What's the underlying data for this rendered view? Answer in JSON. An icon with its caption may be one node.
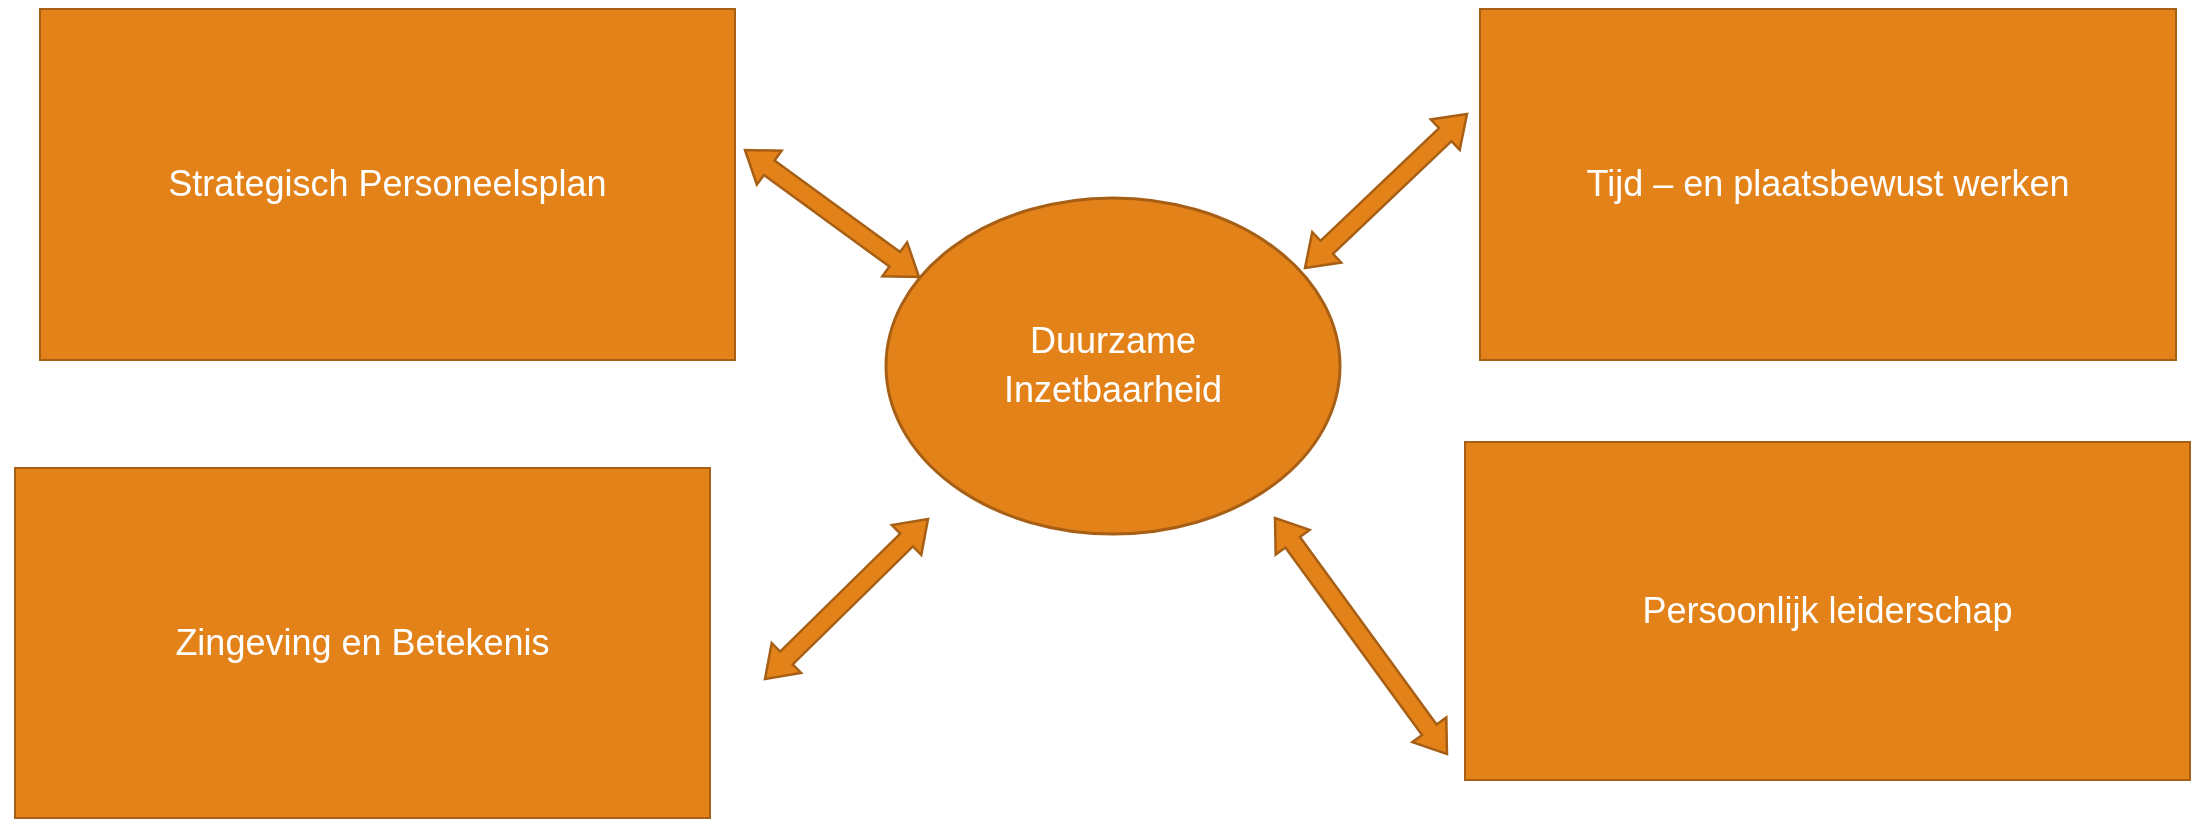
{
  "diagram": {
    "nodes": [
      {
        "text": [
          "Strategisch Personeelsplan"
        ]
      },
      {
        "text": [
          "Tijd – en plaatsbewust werken"
        ]
      },
      {
        "text": [
          "Duurzame Inzetbaarheid"
        ]
      },
      {
        "text": [
          "Zingeving en Betekenis"
        ]
      },
      {
        "text": [
          "Persoonlijk leiderschap"
        ]
      }
    ],
    "edges": [
      {
        "from": 0,
        "to": 2,
        "arrow": "both"
      },
      {
        "from": 1,
        "to": 2,
        "arrow": "both"
      },
      {
        "from": 3,
        "to": 2,
        "arrow": "both"
      },
      {
        "from": 4,
        "to": 2,
        "arrow": "both"
      }
    ]
  }
}
